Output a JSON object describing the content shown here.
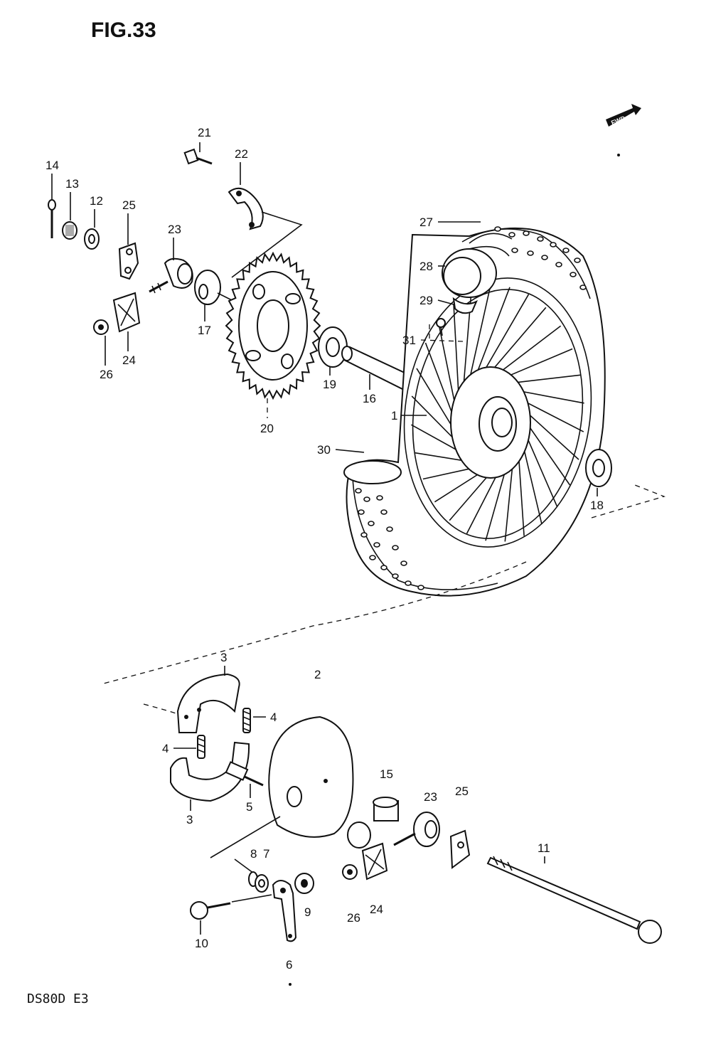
{
  "figure": {
    "title": "FIG.33",
    "footer": "DS80D E3",
    "direction_tag": "FWD"
  },
  "callouts": [
    "1",
    "2",
    "3",
    "3",
    "4",
    "4",
    "5",
    "6",
    "7",
    "8",
    "9",
    "10",
    "11",
    "12",
    "13",
    "14",
    "15",
    "16",
    "17",
    "18",
    "19",
    "20",
    "21",
    "22",
    "23",
    "23",
    "24",
    "24",
    "25",
    "25",
    "26",
    "26",
    "27",
    "28",
    "29",
    "30",
    "31"
  ]
}
